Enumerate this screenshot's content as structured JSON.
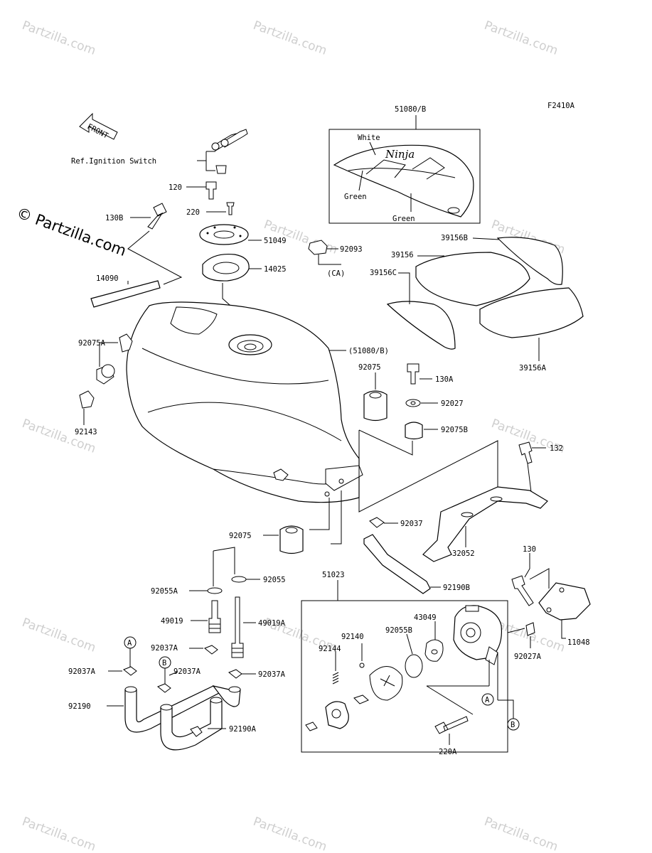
{
  "diagram": {
    "code": "F2410A",
    "front_label": "FRONT",
    "ref_label": "Ref.Ignition Switch",
    "watermark": "Partzilla.com",
    "watermark_big": "© Partzilla.com",
    "decal_words": {
      "white": "White",
      "green1": "Green",
      "green2": "Green",
      "logo": "Ninja"
    },
    "labels": {
      "p51080b_box": "51080/B",
      "p120": "120",
      "p220": "220",
      "p130b": "130B",
      "p51049": "51049",
      "p14025": "14025",
      "p92093": "92093",
      "pca": "(CA)",
      "p14090": "14090",
      "p39156b": "39156B",
      "p39156": "39156",
      "p39156c": "39156C",
      "p39156a": "39156A",
      "p92075a": "92075A",
      "p51080b_tank": "(51080/B)",
      "p92143": "92143",
      "p92075_top": "92075",
      "p130a": "130A",
      "p92027": "92027",
      "p92075b": "92075B",
      "p132": "132",
      "p92037": "92037",
      "p32052": "32052",
      "p92075_low": "92075",
      "p92055": "92055",
      "p92055a": "92055A",
      "p51023": "51023",
      "p92190b": "92190B",
      "p130": "130",
      "p49019": "49019",
      "p49019a": "49019A",
      "p43049": "43049",
      "p92140": "92140",
      "p92055b": "92055B",
      "p92144": "92144",
      "p11048": "11048",
      "p92037a_1": "92037A",
      "p92037a_2": "92037A",
      "p92037a_3": "92037A",
      "p92037a_4": "92037A",
      "p92027a": "92027A",
      "p92190": "92190",
      "p92190a": "92190A",
      "p220a": "220A",
      "circA1": "A",
      "circB1": "B",
      "circA2": "A",
      "circB2": "B"
    }
  }
}
